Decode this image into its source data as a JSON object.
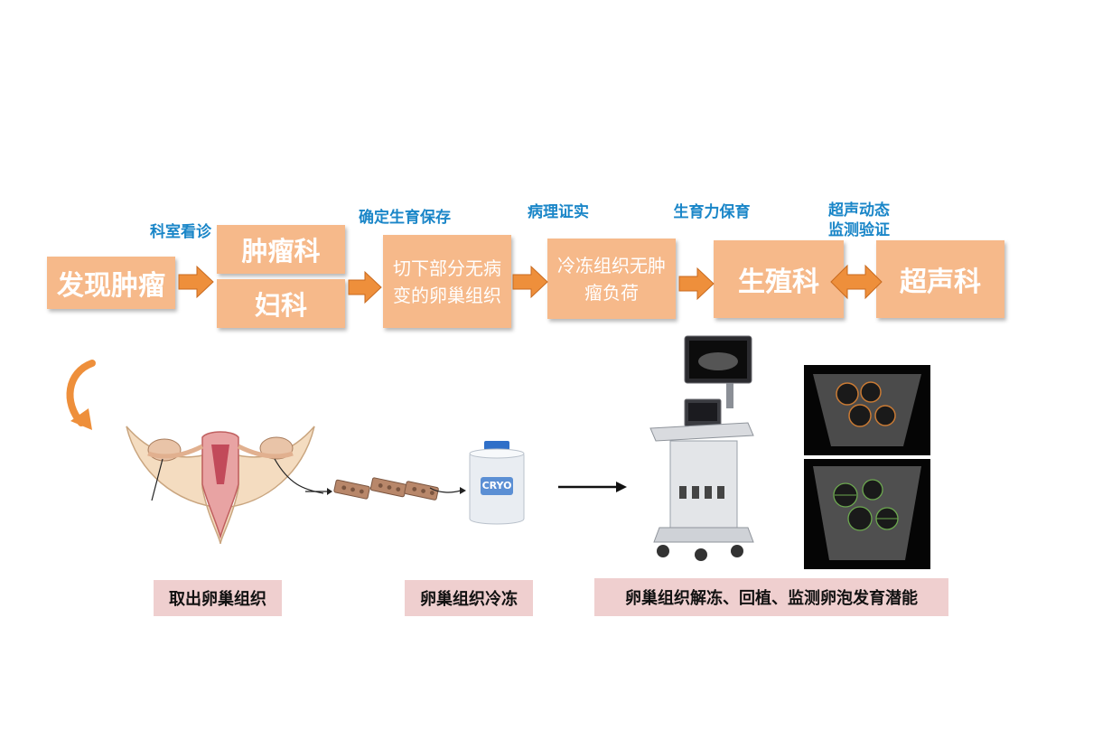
{
  "flow": {
    "boxes": {
      "discover": "发现肿瘤",
      "oncology": "肿瘤科",
      "gynecology": "妇科",
      "cut": "切下部分无病\n变的卵巢组织",
      "freeze": "冷冻组织无肿\n瘤负荷",
      "reproductive": "生殖科",
      "ultrasound": "超声科"
    },
    "labels": {
      "consult": "科室看诊",
      "confirm": "确定生育保存",
      "pathology": "病理证实",
      "fertility": "生育力保育",
      "monitor": "超声动态\n监测验证"
    }
  },
  "captions": {
    "remove": "取出卵巢组织",
    "cryo": "卵巢组织冷冻",
    "thaw": "卵巢组织解冻、回植、监测卵泡发育潜能"
  },
  "illustration": {
    "tank_label": "CRYO"
  },
  "colors": {
    "box_fill": "#f6b98a",
    "arrow": "#ee8f3b",
    "label_blue": "#1a86c8",
    "caption_bg": "#efcfcf"
  }
}
